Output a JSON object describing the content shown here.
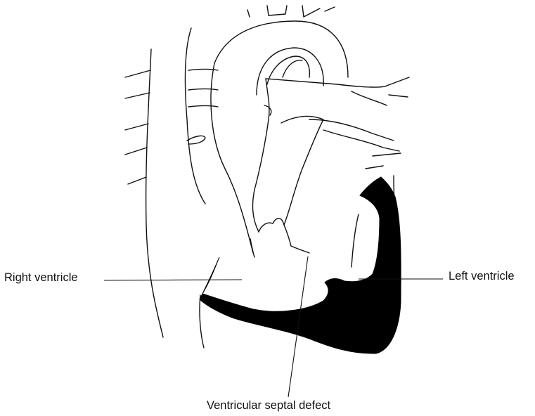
{
  "labels": {
    "right_ventricle": "Right ventricle",
    "left_ventricle": "Left ventricle",
    "ventricular_septal_defect": "Ventricular septal defect"
  },
  "colors": {
    "ink": "#111111",
    "ventricle_fill": "#000000",
    "background": "#ffffff"
  }
}
